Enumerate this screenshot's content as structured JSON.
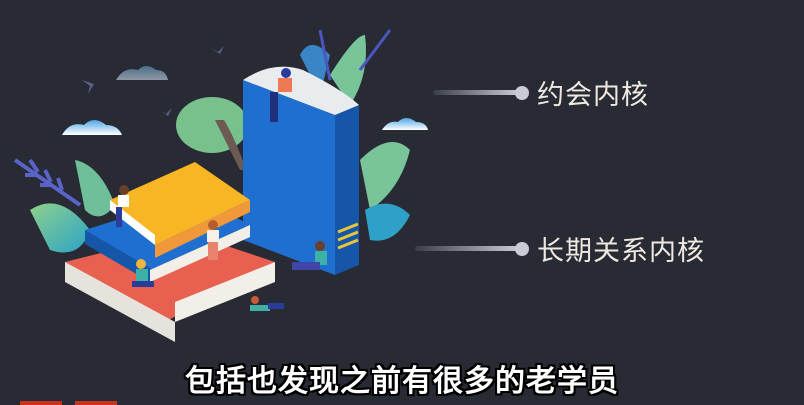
{
  "slide": {
    "background_color": "#282b34",
    "illustration": "books-and-readers-illustration",
    "callouts": [
      {
        "text": "约会内核"
      },
      {
        "text": "长期关系内核"
      }
    ],
    "subtitle": "包括也发现之前有很多的老学员"
  }
}
